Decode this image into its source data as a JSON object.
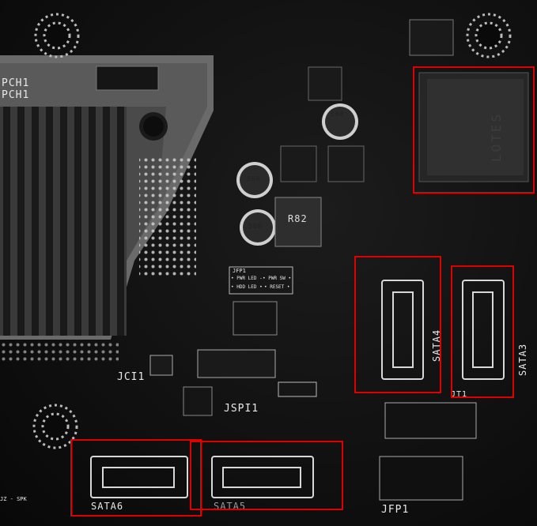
{
  "labels": {
    "pch_top": "PCH1",
    "pch_bottom": "PCH1",
    "jci": "JCI1",
    "jspi": "JSPI1",
    "jfp": "JFP1",
    "jfp_small": "JFP1",
    "sata3": "SATA3",
    "sata4": "SATA4",
    "sata5": "SATA5",
    "sata6": "SATA6",
    "jfp_pwr_led": "• PWR LED -",
    "jfp_pwr_sw": "• PWR SW •",
    "jfp_hdd_led": "• HDD LED •",
    "jfp_reset": "• RESET •",
    "lotes": "LOTES",
    "cap_value": "560",
    "cap_volt": "6.3V",
    "inductor": "R82",
    "jt1": "JT1",
    "spk": "JZ - SPK"
  },
  "highlight_color": "#e00000",
  "highlights": [
    "lotes-socket-highlight",
    "sata4-highlight",
    "sata3-highlight",
    "sata6-highlight",
    "sata5-highlight"
  ]
}
